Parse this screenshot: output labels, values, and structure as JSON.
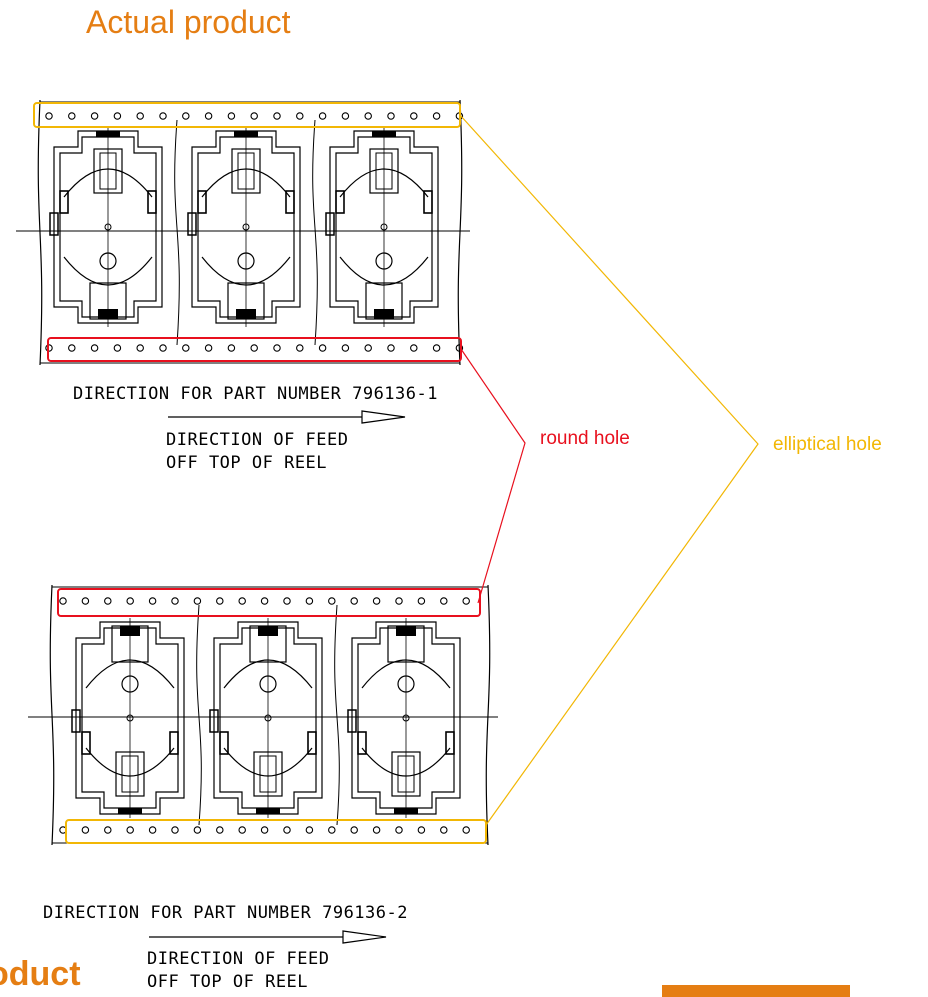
{
  "title": "Actual product",
  "cut_off_text": "oduct",
  "callouts": {
    "round_hole": "round hole",
    "elliptical_hole": "elliptical hole"
  },
  "colors": {
    "title": "#e57e13",
    "round_hole": "#e8101e",
    "elliptical_hole": "#f2b705",
    "drawing": "#000000"
  },
  "drawing_1": {
    "part_direction": "DIRECTION FOR PART NUMBER 796136-1",
    "feed_line_1": "DIRECTION OF FEED",
    "feed_line_2": "OFF TOP OF REEL"
  },
  "drawing_2": {
    "part_direction": "DIRECTION FOR PART NUMBER 796136-2",
    "feed_line_1": "DIRECTION OF FEED",
    "feed_line_2": "OFF TOP OF REEL"
  }
}
